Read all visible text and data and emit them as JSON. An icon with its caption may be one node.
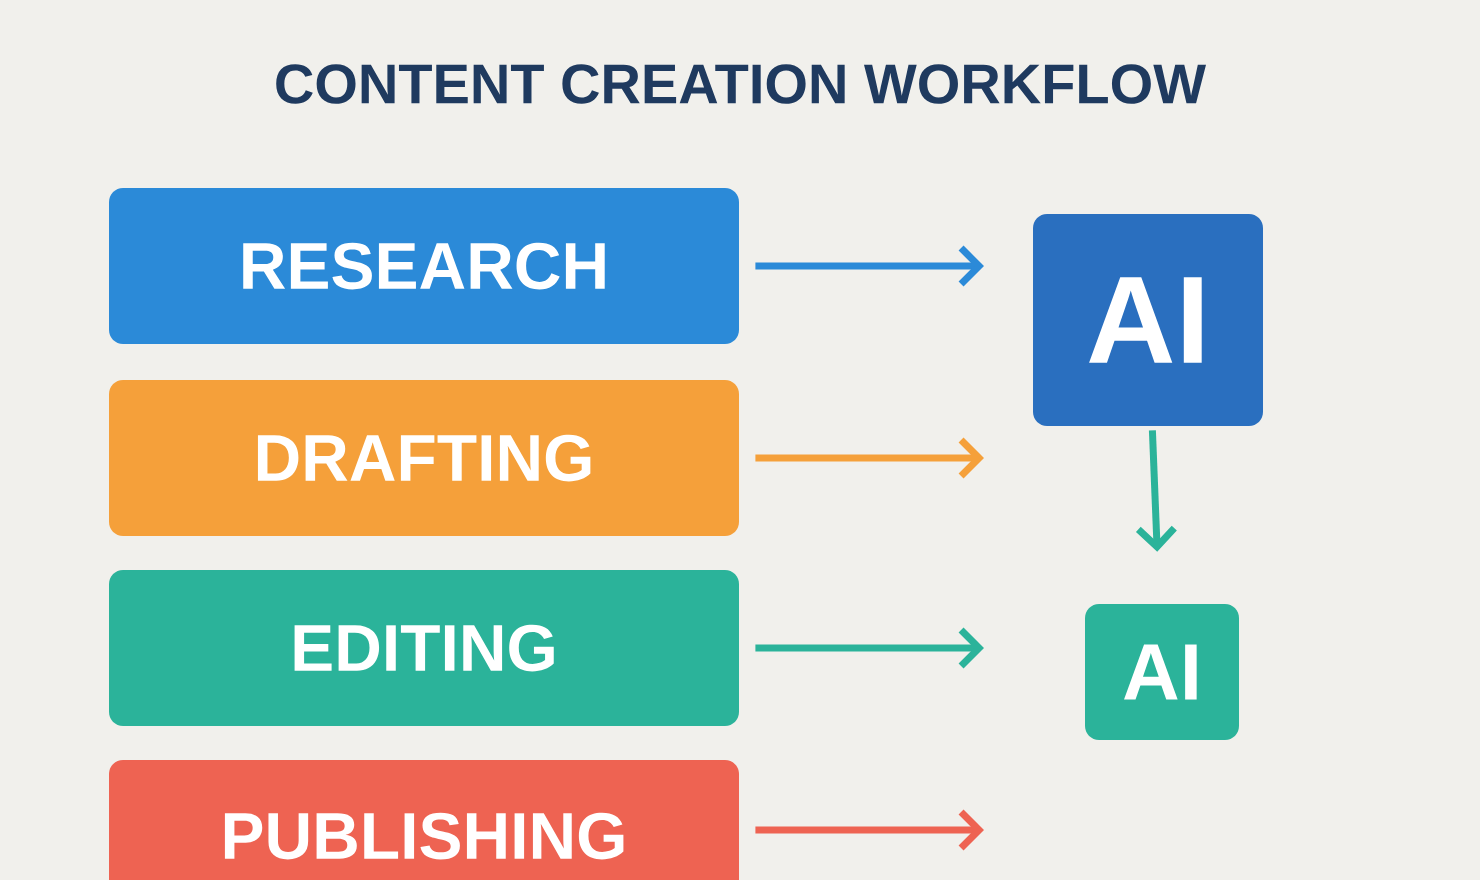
{
  "diagram": {
    "title": "CONTENT CREATION WORKFLOW",
    "nodes": [
      {
        "text": [
          "RESEARCH"
        ]
      },
      {
        "text": [
          "DRAFTING"
        ]
      },
      {
        "text": [
          "EDITING"
        ]
      },
      {
        "text": [
          "PUBLISHING"
        ]
      },
      {
        "text": [
          "AI"
        ]
      },
      {
        "text": [
          "AI"
        ]
      }
    ],
    "edges": [
      {
        "from": 0,
        "to": null,
        "arrow": "to",
        "color": "#2b8ad8"
      },
      {
        "from": 1,
        "to": null,
        "arrow": "to",
        "color": "#f5a03a"
      },
      {
        "from": 2,
        "to": null,
        "arrow": "to",
        "color": "#2bb39a"
      },
      {
        "from": 3,
        "to": null,
        "arrow": "to",
        "color": "#ee6352"
      },
      {
        "from": 4,
        "to": 5,
        "arrow": "to",
        "color": "#2bb39a"
      }
    ]
  }
}
